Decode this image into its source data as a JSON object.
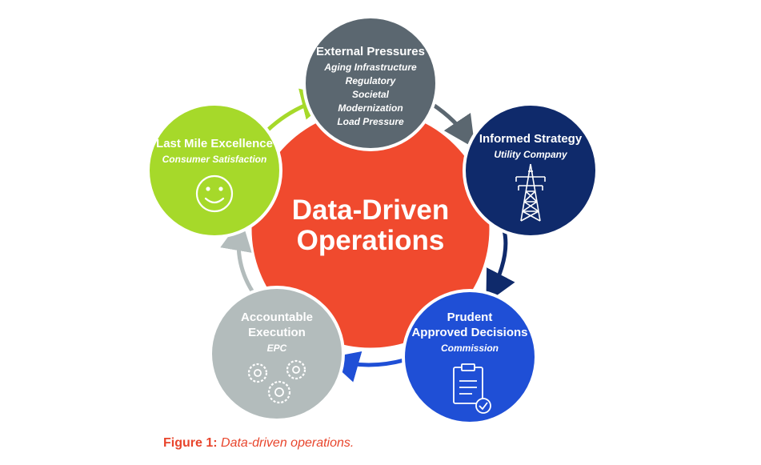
{
  "center": {
    "line1": "Data-Driven",
    "line2": "Operations",
    "color": "#f04a2e"
  },
  "nodes": {
    "external": {
      "title": "External Pressures",
      "items": [
        "Aging Infrastructure",
        "Regulatory",
        "Societal",
        "Modernization",
        "Load Pressure"
      ],
      "color": "#5b6770"
    },
    "strategy": {
      "title": "Informed Strategy",
      "subtitle": "Utility Company",
      "icon": "transmission-tower-icon",
      "color": "#0f2a6b"
    },
    "prudent": {
      "title_line1": "Prudent",
      "title_line2": "Approved Decisions",
      "subtitle": "Commission",
      "icon": "clipboard-check-icon",
      "color": "#1f4fd6"
    },
    "accountable": {
      "title_line1": "Accountable",
      "title_line2": "Execution",
      "subtitle": "EPC",
      "icon": "gears-icon",
      "color": "#b3bcbc"
    },
    "lastmile": {
      "title": "Last Mile Excellence",
      "subtitle": "Consumer Satisfaction",
      "icon": "smiley-icon",
      "color": "#a6d92a"
    }
  },
  "caption": {
    "label": "Figure 1:",
    "text": "Data-driven operations."
  }
}
